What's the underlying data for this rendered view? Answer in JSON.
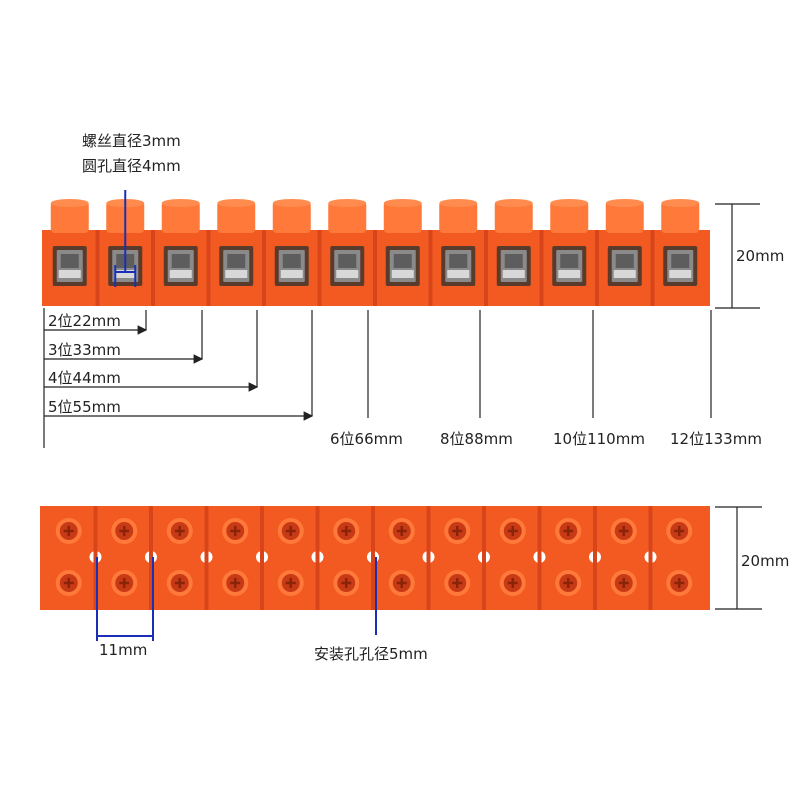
{
  "colors": {
    "body": "#f35a22",
    "body_dark": "#d8451a",
    "body_light": "#ff7a3a",
    "screw": "#c83a15",
    "metal": "#8a8a8a",
    "line": "#222222",
    "accent": "#1a2fb5"
  },
  "top_view": {
    "annotation_screw": "螺丝直径3mm",
    "annotation_hole": "圆孔直径4mm",
    "height_label": "20mm",
    "slot_count": 12,
    "sizes": [
      {
        "label": "2位22mm"
      },
      {
        "label": "3位33mm"
      },
      {
        "label": "4位44mm"
      },
      {
        "label": "5位55mm"
      }
    ],
    "sizes_bottom": [
      {
        "label": "6位66mm"
      },
      {
        "label": "8位88mm"
      },
      {
        "label": "10位110mm"
      },
      {
        "label": "12位133mm"
      }
    ]
  },
  "bottom_view": {
    "height_label": "20mm",
    "pitch_label": "11mm",
    "mount_hole_label": "安装孔孔径5mm",
    "slot_count": 12
  }
}
